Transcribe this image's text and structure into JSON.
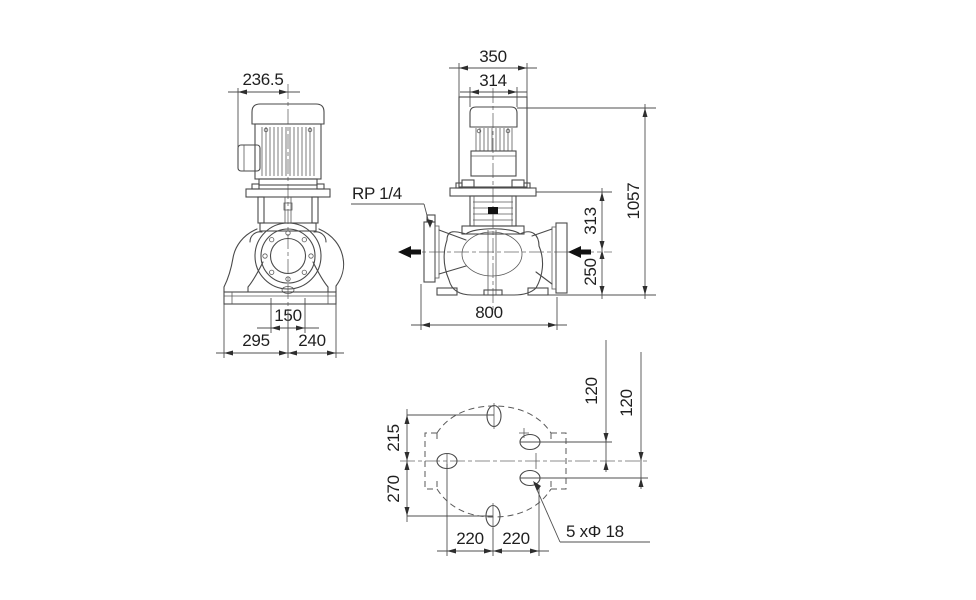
{
  "drawing_type": "pump-dimensional-drawing",
  "front_view": {
    "motor_width": "236.5",
    "port_width": "150",
    "base_left": "295",
    "base_right": "240"
  },
  "side_view": {
    "flange_width": "350",
    "motor_width": "314",
    "flange_height": "313",
    "center_height": "250",
    "total_height": "1057",
    "base_length": "800",
    "port_label": "RP 1/4"
  },
  "bottom_view": {
    "top_offset": "215",
    "bottom_offset": "270",
    "hole_offset_upper": "120",
    "hole_offset_lower": "120",
    "bolt_pitch_left": "220",
    "bolt_pitch_right": "220",
    "holes_label": "5  xΦ 18"
  },
  "colors": {
    "background": "#ffffff",
    "line": "#4a4a4a",
    "text": "#1f1f1f"
  }
}
